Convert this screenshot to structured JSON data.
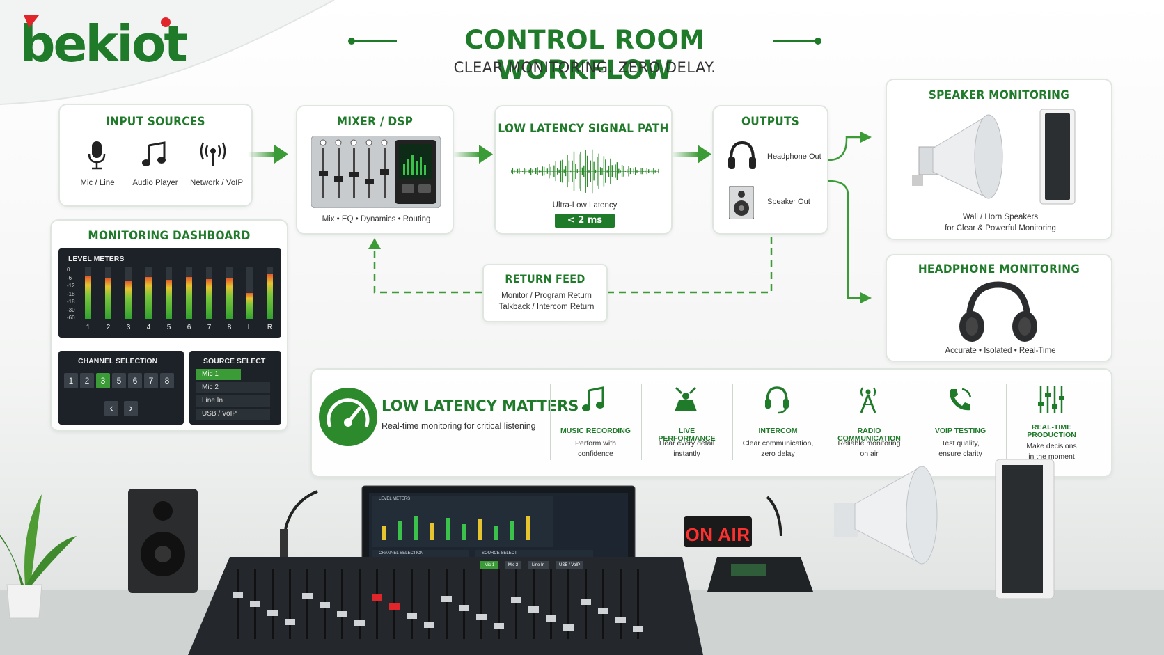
{
  "brand": {
    "logo": "bekiot"
  },
  "header": {
    "title": "CONTROL ROOM WORKFLOW",
    "subtitle": "CLEAR MONITORING. ZERO DELAY."
  },
  "input_sources": {
    "title": "INPUT SOURCES",
    "items": [
      {
        "icon": "microphone-icon",
        "label": "Mic / Line"
      },
      {
        "icon": "music-note-icon",
        "label": "Audio Player"
      },
      {
        "icon": "antenna-icon",
        "label": "Network / VoIP"
      }
    ]
  },
  "mixer": {
    "title": "MIXER / DSP",
    "caption": "Mix • EQ • Dynamics • Routing"
  },
  "signal_path": {
    "title": "LOW LATENCY SIGNAL PATH",
    "caption": "Ultra-Low Latency",
    "badge": "< 2 ms"
  },
  "outputs": {
    "title": "OUTPUTS",
    "items": [
      {
        "icon": "headphones-icon",
        "label": "Headphone Out"
      },
      {
        "icon": "speaker-icon",
        "label": "Speaker Out"
      }
    ]
  },
  "speaker_monitoring": {
    "title": "SPEAKER MONITORING",
    "caption_1": "Wall / Horn Speakers",
    "caption_2": "for Clear & Powerful Monitoring"
  },
  "headphone_monitoring": {
    "title": "HEADPHONE MONITORING",
    "caption": "Accurate • Isolated • Real-Time"
  },
  "return_feed": {
    "title": "RETURN FEED",
    "line_1": "Monitor / Program Return",
    "line_2": "Talkback / Intercom Return"
  },
  "dashboard": {
    "title": "MONITORING DASHBOARD",
    "level_meters": {
      "label": "LEVEL METERS",
      "scale": [
        "0",
        "-6",
        "-12",
        "-18",
        "-18",
        "-30",
        "-60"
      ],
      "channels": [
        {
          "label": "1",
          "level": 0.82
        },
        {
          "label": "2",
          "level": 0.78
        },
        {
          "label": "3",
          "level": 0.72
        },
        {
          "label": "4",
          "level": 0.8
        },
        {
          "label": "5",
          "level": 0.75
        },
        {
          "label": "6",
          "level": 0.8
        },
        {
          "label": "7",
          "level": 0.76
        },
        {
          "label": "8",
          "level": 0.78
        },
        {
          "label": "L",
          "level": 0.5
        },
        {
          "label": "R",
          "level": 0.85
        }
      ]
    },
    "channel_selection": {
      "label": "CHANNEL SELECTION",
      "buttons": [
        "1",
        "2",
        "3",
        "5",
        "6",
        "7",
        "8"
      ],
      "active": "3",
      "prev": "‹",
      "next": "›"
    },
    "source_select": {
      "label": "SOURCE SELECT",
      "items": [
        "Mic 1",
        "Mic 2",
        "Line In",
        "USB / VoIP"
      ],
      "active": "Mic 1"
    }
  },
  "latency_matters": {
    "title": "LOW LATENCY MATTERS",
    "subtitle": "Real-time monitoring for critical listening",
    "use_cases": [
      {
        "icon": "music-note-icon",
        "title": "MUSIC RECORDING",
        "desc_1": "Perform with",
        "desc_2": "confidence"
      },
      {
        "icon": "stage-icon",
        "title": "LIVE PERFORMANCE",
        "desc_1": "Hear every detail",
        "desc_2": "instantly"
      },
      {
        "icon": "headset-icon",
        "title": "INTERCOM",
        "desc_1": "Clear communication,",
        "desc_2": "zero delay"
      },
      {
        "icon": "radio-tower-icon",
        "title": "RADIO COMMUNICATION",
        "desc_1": "Reliable monitoring",
        "desc_2": "on air"
      },
      {
        "icon": "phone-icon",
        "title": "VOIP TESTING",
        "desc_1": "Test quality,",
        "desc_2": "ensure clarity"
      },
      {
        "icon": "faders-icon",
        "title": "REAL-TIME PRODUCTION",
        "desc_1": "Make decisions",
        "desc_2": "in the moment"
      }
    ]
  },
  "studio": {
    "on_air": "ON AIR",
    "screen_level_meters": "LEVEL METERS",
    "screen_channel_selection": "CHANNEL SELECTION",
    "screen_source_select": "SOURCE SELECT",
    "screen_sources": [
      "Mic 1",
      "Mic 2",
      "Line In",
      "USB / VoIP"
    ]
  },
  "colors": {
    "brand_green": "#1f7a2a",
    "accent_green": "#3b9b36",
    "brand_red": "#e0262b",
    "panel_dark": "#1c2228"
  }
}
